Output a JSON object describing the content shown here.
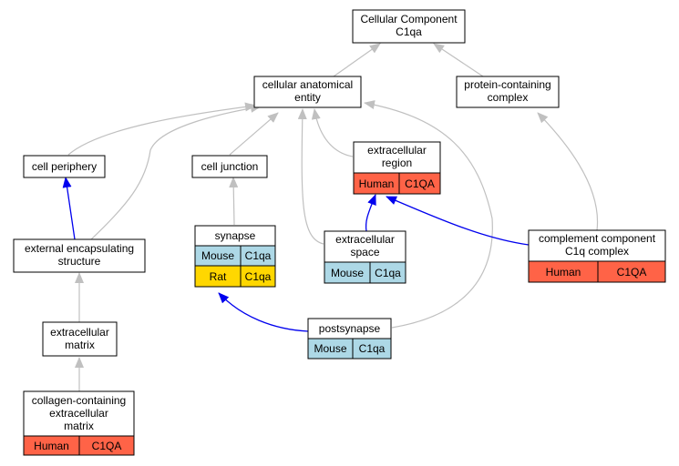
{
  "colors": {
    "human": "#ff6347",
    "mouse": "#add8e6",
    "rat": "#ffd700",
    "edge_is_a": "#c0c0c0",
    "edge_part_of": "#0000ee"
  },
  "nodes": {
    "root": {
      "lines": [
        "Cellular Component",
        "C1qa"
      ]
    },
    "cae": {
      "lines": [
        "cellular anatomical",
        "entity"
      ]
    },
    "pcc": {
      "lines": [
        "protein-containing",
        "complex"
      ]
    },
    "periphery": {
      "lines": [
        "cell periphery"
      ]
    },
    "junction": {
      "lines": [
        "cell junction"
      ]
    },
    "exreg": {
      "lines": [
        "extracellular",
        "region"
      ],
      "annotations": [
        [
          "Human",
          "C1QA"
        ]
      ]
    },
    "ecs": {
      "lines": [
        "external encapsulating",
        "structure"
      ]
    },
    "synapse": {
      "lines": [
        "synapse"
      ],
      "annotations": [
        [
          "Mouse",
          "C1qa"
        ],
        [
          "Rat",
          "C1qa"
        ]
      ]
    },
    "exspace": {
      "lines": [
        "extracellular",
        "space"
      ],
      "annotations": [
        [
          "Mouse",
          "C1qa"
        ]
      ]
    },
    "c1q": {
      "lines": [
        "complement component",
        "C1q complex"
      ],
      "annotations": [
        [
          "Human",
          "C1QA"
        ]
      ]
    },
    "exmatrix": {
      "lines": [
        "extracellular",
        "matrix"
      ]
    },
    "postsyn": {
      "lines": [
        "postsynapse"
      ],
      "annotations": [
        [
          "Mouse",
          "C1qa"
        ]
      ]
    },
    "collagen": {
      "lines": [
        "collagen-containing",
        "extracellular",
        "matrix"
      ],
      "annotations": [
        [
          "Human",
          "C1QA"
        ]
      ]
    }
  }
}
